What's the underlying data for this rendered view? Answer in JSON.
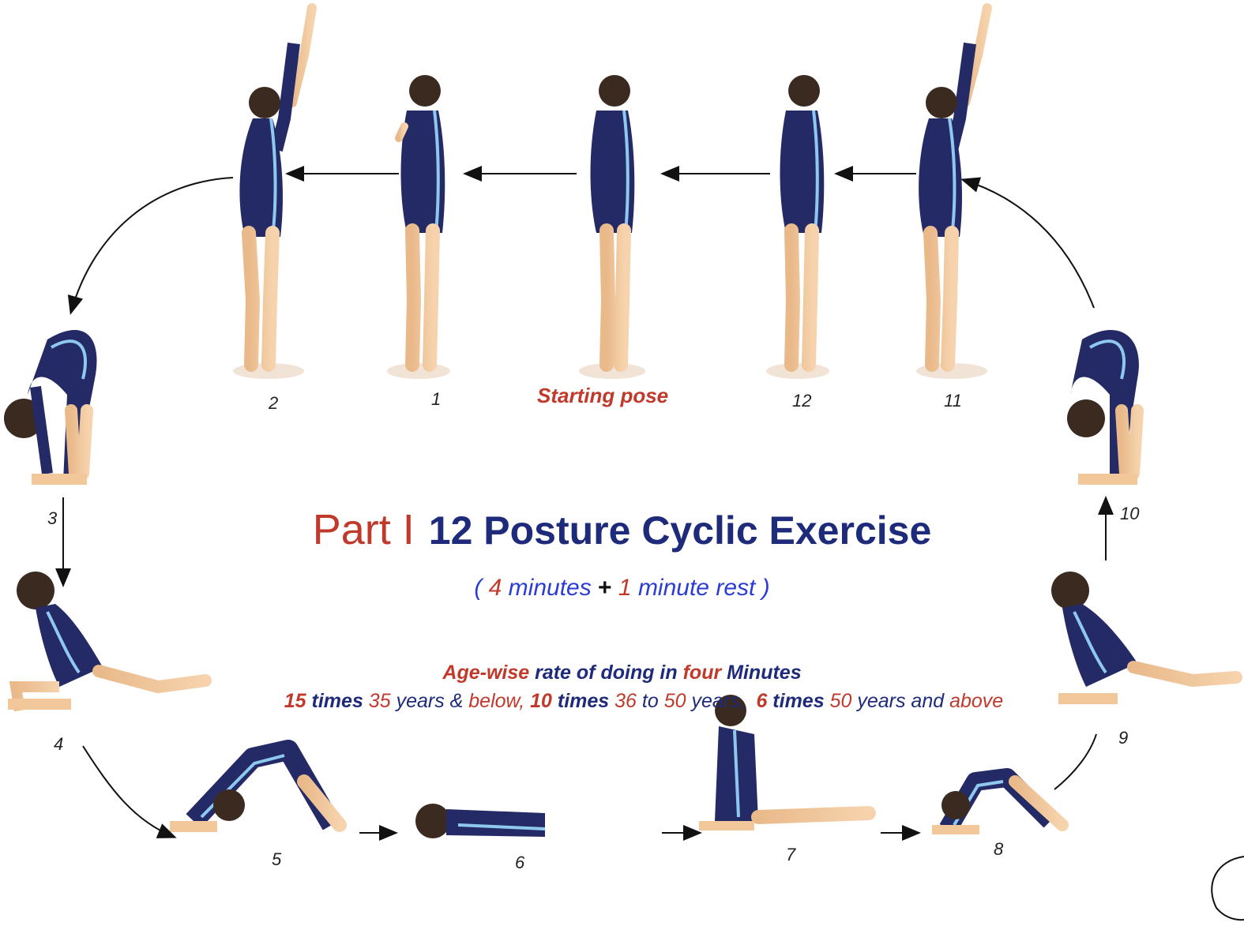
{
  "starting_pose": "Starting pose",
  "title": {
    "part": "Part I",
    "main": "12  Posture Cyclic Exercise"
  },
  "subtitle": {
    "open": "( ",
    "n1": "4",
    "t1": " minutes ",
    "plus": "+",
    "n2": "1",
    "t2": " minute rest )"
  },
  "age_header": {
    "a": "Age-wise",
    "b": " rate of doing in ",
    "c": "four",
    "d": " Minutes"
  },
  "age_line": {
    "s1_times_n": "15",
    "s1_times": " times",
    "s1_age": " 35",
    "s1_years": " years &",
    "s1_below": " below,",
    "s2_times_n": " 10",
    "s2_times": " times",
    "s2_from": " 36",
    "s2_to": " to",
    "s2_age": " 50",
    "s2_years": " years,",
    "s3_times_n": "  6",
    "s3_times": " times",
    "s3_age": " 50",
    "s3_years": " years and",
    "s3_above": " above"
  },
  "pose_numbers": [
    "1",
    "2",
    "3",
    "4",
    "5",
    "6",
    "7",
    "8",
    "9",
    "10",
    "11",
    "12"
  ],
  "colors": {
    "red": "#c0392b",
    "navy": "#1e2a7a",
    "blue": "#2a3bd6",
    "leotard": "#232a66",
    "stripe": "#8ec8ee",
    "skin": "#f2c79a"
  }
}
